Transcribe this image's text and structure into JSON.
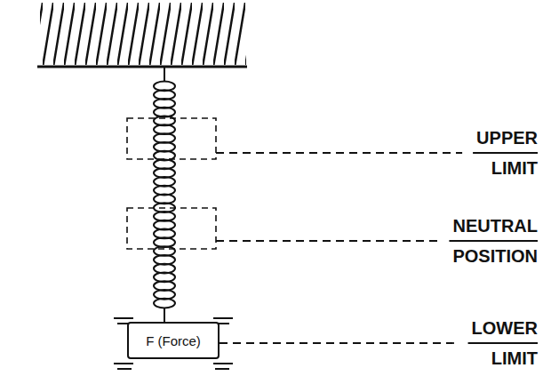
{
  "diagram": {
    "nodes": [
      {
        "text": [
          "F (Force)"
        ]
      }
    ],
    "labels": [
      "UPPER LIMIT",
      "NEUTRAL POSITION",
      "LOWER LIMIT"
    ]
  }
}
